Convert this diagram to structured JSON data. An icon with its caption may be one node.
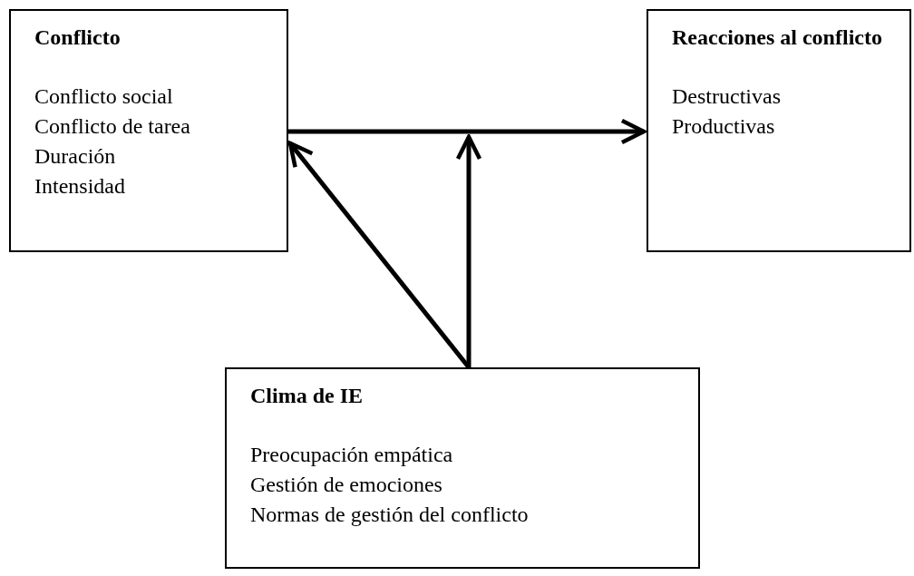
{
  "diagram": {
    "nodes": [
      {
        "text": [
          "Conflicto",
          "Conflicto social",
          "Conflicto de tarea",
          "Duración",
          "Intensidad"
        ]
      },
      {
        "text": [
          "Reacciones al conflicto",
          "Destructivas",
          "Productivas"
        ]
      },
      {
        "text": [
          "Clima de IE",
          "Preocupación empática",
          "Gestión de emociones",
          "Normas de gestión del conflicto"
        ]
      }
    ],
    "edges": [
      {
        "from": 0,
        "to": 1,
        "arrow": "to"
      },
      {
        "from": 2,
        "to": null,
        "arrow": "to"
      },
      {
        "from": 2,
        "to": 0,
        "arrow": "to"
      }
    ]
  }
}
